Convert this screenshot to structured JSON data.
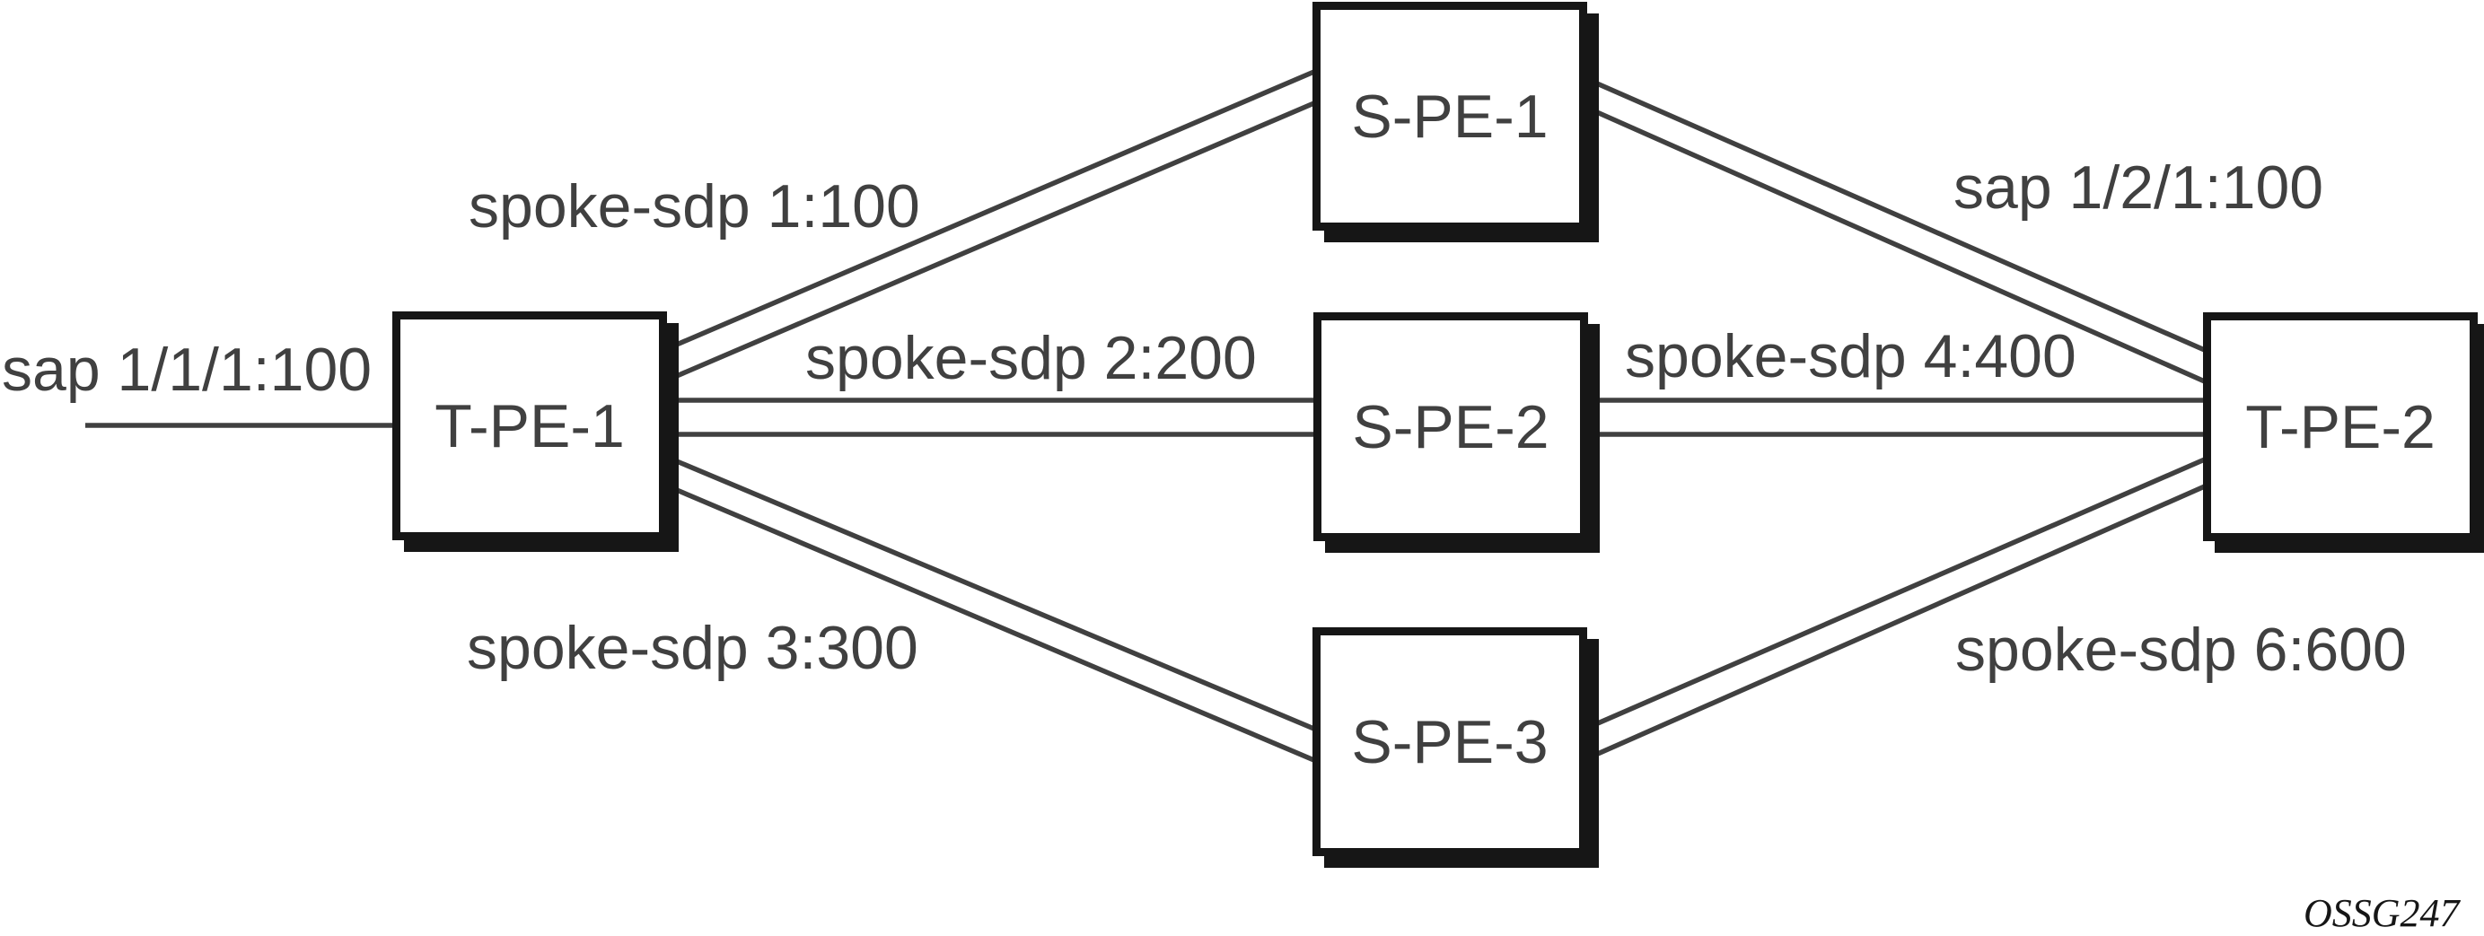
{
  "figure": {
    "watermark": "OSSG247",
    "colors": {
      "background": "#ffffff",
      "line": "#404040",
      "text": "#404040",
      "box_border": "#161616",
      "box_fill": "#ffffff"
    },
    "nodes": [
      {
        "id": "t-pe-1",
        "label": "T-PE-1"
      },
      {
        "id": "s-pe-1",
        "label": "S-PE-1"
      },
      {
        "id": "s-pe-2",
        "label": "S-PE-2"
      },
      {
        "id": "s-pe-3",
        "label": "S-PE-3"
      },
      {
        "id": "t-pe-2",
        "label": "T-PE-2"
      }
    ],
    "edge_labels": [
      {
        "id": "sap-left",
        "text": "sap 1/1/1:100"
      },
      {
        "id": "spoke-sdp-1",
        "text": "spoke-sdp 1:100"
      },
      {
        "id": "spoke-sdp-2",
        "text": "spoke-sdp 2:200"
      },
      {
        "id": "spoke-sdp-3",
        "text": "spoke-sdp 3:300"
      },
      {
        "id": "sap-right",
        "text": "sap 1/2/1:100"
      },
      {
        "id": "spoke-sdp-4",
        "text": "spoke-sdp 4:400"
      },
      {
        "id": "spoke-sdp-6",
        "text": "spoke-sdp 6:600"
      }
    ]
  }
}
